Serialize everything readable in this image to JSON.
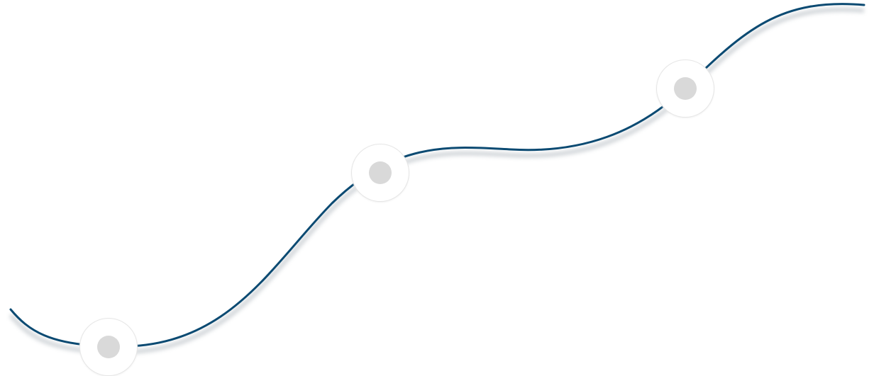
{
  "colors": {
    "path_stroke": "#0b4a72",
    "path_shadow": "#9aa3ab",
    "milestone_ring": "#ffffff",
    "milestone_ring_shadow": "#e6e6e6",
    "milestone_dot": "#d9d9d9",
    "background": "#ffffff"
  },
  "milestones": [
    {
      "id": "milestone-1"
    },
    {
      "id": "milestone-2"
    },
    {
      "id": "milestone-3"
    }
  ]
}
